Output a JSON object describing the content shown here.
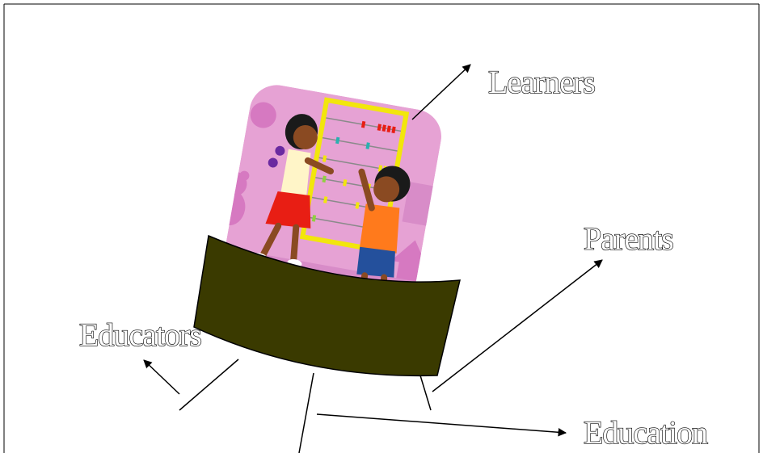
{
  "labels": {
    "learners": "Learners",
    "parents": "Parents",
    "educators": "Educators",
    "education": "Education"
  },
  "colors": {
    "panel_pink": "#e6a2d4",
    "panel_pink_dark": "#d679c1",
    "band": "#3a3a00",
    "abacus_frame": "#f2e60c",
    "girl_dress": "#e81e14",
    "girl_top": "#fff5c8",
    "boy_shirt": "#ff7a1c",
    "boy_shorts": "#24509c",
    "skin": "#8a4a22"
  },
  "icons": {
    "picture": "children-abacus-clipart"
  }
}
